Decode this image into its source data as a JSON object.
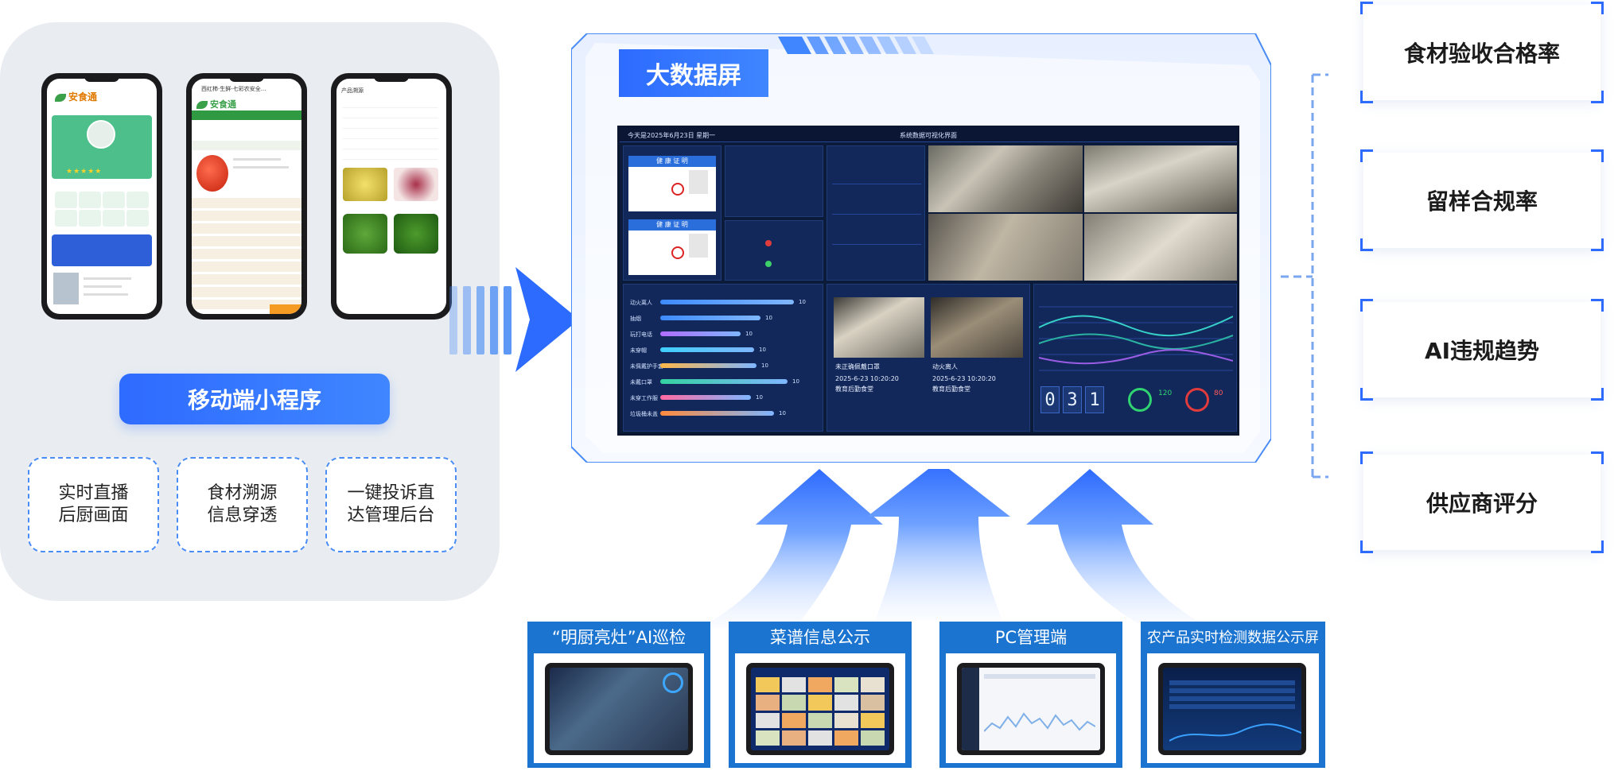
{
  "left": {
    "mini_program_label": "移动端小程序",
    "features": [
      "实时直播\n后厨画面",
      "食材溯源\n信息穿透",
      "一键投诉直\n达管理后台"
    ],
    "phone1": {
      "app_name": "安食通"
    },
    "phone2": {
      "app_name": "安食通",
      "header": "西红柿·生鲜-七彩农安全..."
    },
    "phone3": {
      "header": "产品溯源"
    }
  },
  "center": {
    "big_screen_title": "大数据屏",
    "monitor": {
      "date_text": "今天是2025年6月23日 星期一",
      "dashboard_title": "系统数据可视化界面",
      "license_text": "健 康 证 明",
      "bars": [
        {
          "label": "动火离人",
          "value": 10
        },
        {
          "label": "抽烟",
          "value": 10
        },
        {
          "label": "玩打电话",
          "value": 10
        },
        {
          "label": "未穿帽",
          "value": 10
        },
        {
          "label": "未佩戴护手套",
          "value": 10
        },
        {
          "label": "未戴口罩",
          "value": 10
        },
        {
          "label": "未穿工作服",
          "value": 10
        },
        {
          "label": "垃圾桶未盖",
          "value": 10
        }
      ],
      "photo_captions": [
        {
          "label": "未正确佩戴口罩",
          "time": "2025-6-23 10:20:20",
          "place": "教育后勤食堂"
        },
        {
          "label": "动火离人",
          "time": "2025-6-23 10:20:20",
          "place": "教育后勤食堂"
        }
      ],
      "counter_digits": [
        "0",
        "3",
        "1"
      ],
      "gauge_left_value": "120",
      "gauge_right_value": "80"
    }
  },
  "right": {
    "metrics": [
      "食材验收合格率",
      "留样合规率",
      "AI违规趋势",
      "供应商评分"
    ]
  },
  "bottom": {
    "cards": [
      "“明厨亮灶”AI巡检",
      "菜谱信息公示",
      "PC管理端",
      "农产品实时检测数据公示屏"
    ]
  },
  "colors": {
    "primary_blue": "#2d6bff",
    "panel_gray": "#e9edf1",
    "card_blue": "#1b74d0",
    "dashboard_bg": "#0d1b3a"
  }
}
